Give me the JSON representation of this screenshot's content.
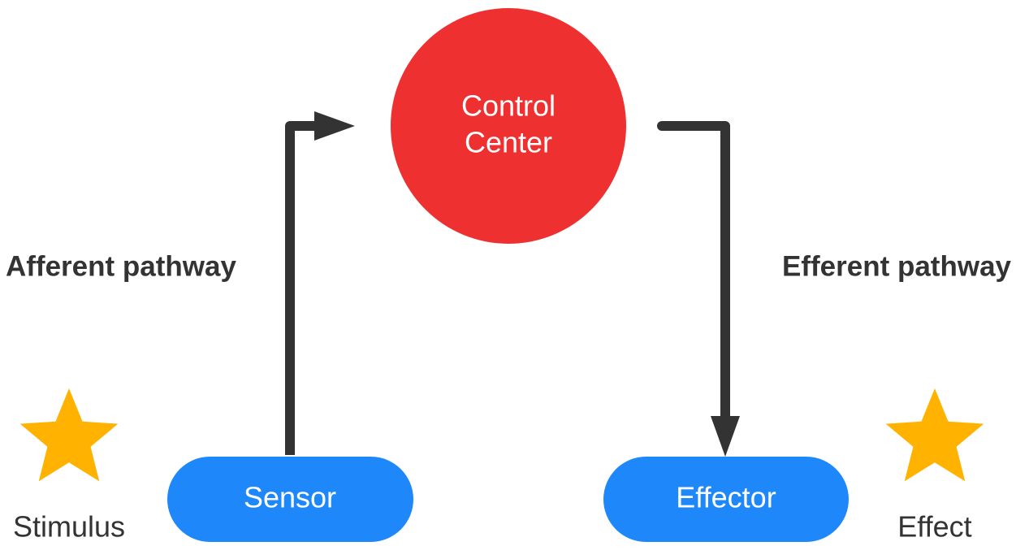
{
  "colors": {
    "control_center": "#EF3030",
    "node": "#1E88FA",
    "star": "#FFB300",
    "arrow": "#333333",
    "text": "#333333"
  },
  "control_center": {
    "line1": "Control",
    "line2": "Center"
  },
  "sensor": {
    "label": "Sensor"
  },
  "effector": {
    "label": "Effector"
  },
  "pathways": {
    "afferent": "Afferent pathway",
    "efferent": "Efferent pathway"
  },
  "stimulus": {
    "label": "Stimulus",
    "icon": "star-icon"
  },
  "effect": {
    "label": "Effect",
    "icon": "star-icon"
  }
}
